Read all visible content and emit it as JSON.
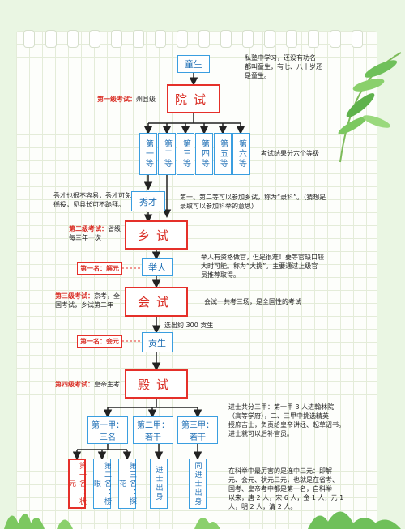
{
  "nodes": {
    "tongsheng": "童生",
    "yuanshi": "院试",
    "grades": [
      "第一等",
      "第二等",
      "第三等",
      "第四等",
      "第五等",
      "第六等"
    ],
    "xiucai": "秀才",
    "xiangshi": "乡试",
    "juren": "举人",
    "huishi": "会试",
    "gongsheng": "贡生",
    "dianshi": "殿试",
    "jia1": {
      "title": "第一甲：",
      "sub": "三名"
    },
    "jia2": {
      "title": "第二甲：",
      "sub": "若干"
    },
    "jia3": {
      "title": "第三甲：",
      "sub": "若干"
    },
    "top1": "第一名：状元",
    "top2": "第二名：榜眼",
    "top3": "第三名：探花",
    "jinshi_chushen": "进士出身",
    "tong_jinshi": "同进士出身"
  },
  "labels": {
    "level1": "第一级考试：",
    "level1_rest": "州县级",
    "level2": "第二级考试：",
    "level2_rest": "省级",
    "level2_line2": "每三年一次",
    "first_jieyuan": "第一名：解元",
    "level3": "第三级考试：",
    "level3_rest": "京考，全",
    "level3_line2": "国考试，乡试第二年",
    "first_huiyuan": "第一名：会元",
    "level4": "第四级考试：",
    "level4_rest": "皇帝主考"
  },
  "notes": {
    "tongsheng": [
      "私塾中学习，还没有功名",
      "都叫童生，有七、八十岁还",
      "是童生。"
    ],
    "grades": "考试结果分六个等级",
    "xiucai_left": [
      "秀才也很不容易，秀才可免",
      "徭役，见县长可不跪拜。"
    ],
    "xiucai_right": [
      "第一、第二等可以参加乡试，称为“录科”。（猜想是",
      "录取可以参加科举的意思）"
    ],
    "juren": [
      "举人有资格做官，但是很难！要等官缺口较",
      "大时可能。称为“大挑”。主要通过上级官",
      "员推荐取得。"
    ],
    "huishi": "会试一共考三场，是全国性的考试",
    "gongsheng": "选出约 300 贡生",
    "dianshi": [
      "进士共分三甲：第一甲 3 人进翰林院",
      "（高等学府），二、三甲中挑选精英",
      "授庶吉士，负责给皇帝讲经、起草诏书。",
      "进士就可以后补官员。"
    ],
    "sanyuan": [
      "在科举中最厉害的是连中三元：即解",
      "元、会元、状元三元，也就是在省考、",
      "国考、皇帝考中都是第一名，自科举",
      "以来，唐 2 人，宋 6 人，金 1 人，元 1",
      "人，明 2 人，清 2 人。"
    ]
  },
  "colors": {
    "blue": "#3a9ee0",
    "red": "#e5302a",
    "arrow": "#222222",
    "leaf": "#6fc05a"
  }
}
